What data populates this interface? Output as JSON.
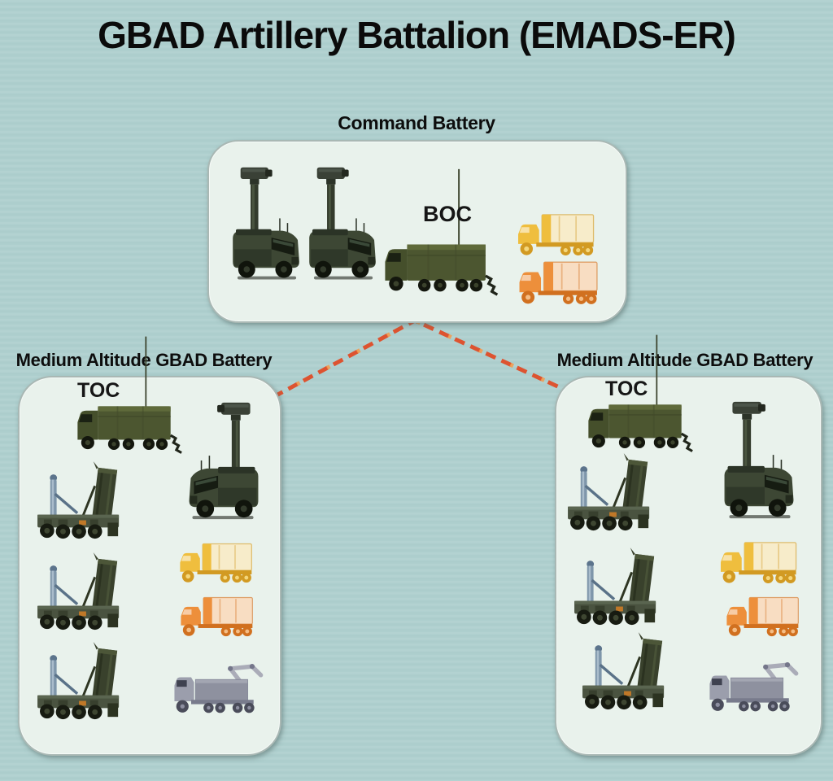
{
  "title": "GBAD Artillery Battalion (EMADS-ER)",
  "colors": {
    "page_background": "#aecfce",
    "box_fill": "#e9f2ec",
    "box_border": "#a9b8b4",
    "link_dash_red": "#dd5330",
    "link_dash_orange": "#f59a4c",
    "title_color": "#0b0b0b",
    "vehicle_olive": "#3d4734",
    "vehicle_yellow": "#efbe3e",
    "vehicle_orange": "#ed8f3b",
    "vehicle_gray": "#9b9eac"
  },
  "command_battery": {
    "label": "Command Battery",
    "annotation": "BOC",
    "vehicles": [
      {
        "icon": "surveillance-mast-truck-icon",
        "count": 2,
        "color": "#3d4734"
      },
      {
        "icon": "boc-command-truck-icon",
        "count": 1,
        "color": "#4c5630"
      },
      {
        "icon": "supply-truck-yellow-icon",
        "count": 1,
        "color": "#efbe3e"
      },
      {
        "icon": "supply-truck-orange-icon",
        "count": 1,
        "color": "#ed8f3b"
      }
    ]
  },
  "left_battery": {
    "label": "Medium Altitude GBAD Battery",
    "annotation": "TOC",
    "vehicles": [
      {
        "icon": "toc-command-truck-icon",
        "count": 1,
        "color": "#4c5630"
      },
      {
        "icon": "surveillance-mast-truck-icon",
        "count": 1,
        "color": "#3d4734"
      },
      {
        "icon": "emads-launcher-icon",
        "count": 3,
        "color": "#49523b"
      },
      {
        "icon": "supply-truck-yellow-icon",
        "count": 1,
        "color": "#efbe3e"
      },
      {
        "icon": "supply-truck-orange-icon",
        "count": 1,
        "color": "#ed8f3b"
      },
      {
        "icon": "crane-truck-gray-icon",
        "count": 1,
        "color": "#9b9eac"
      }
    ]
  },
  "right_battery": {
    "label": "Medium Altitude GBAD Battery",
    "annotation": "TOC",
    "vehicles": [
      {
        "icon": "toc-command-truck-icon",
        "count": 1,
        "color": "#4c5630"
      },
      {
        "icon": "surveillance-mast-truck-icon",
        "count": 1,
        "color": "#3d4734"
      },
      {
        "icon": "emads-launcher-icon",
        "count": 3,
        "color": "#49523b"
      },
      {
        "icon": "supply-truck-yellow-icon",
        "count": 1,
        "color": "#efbe3e"
      },
      {
        "icon": "supply-truck-orange-icon",
        "count": 1,
        "color": "#ed8f3b"
      },
      {
        "icon": "crane-truck-gray-icon",
        "count": 1,
        "color": "#9b9eac"
      }
    ]
  },
  "connections": [
    {
      "from": "command-battery",
      "to": "left-battery",
      "style": "dashed",
      "color": "#dd5330"
    },
    {
      "from": "command-battery",
      "to": "right-battery",
      "style": "dashed",
      "color": "#dd5330"
    }
  ]
}
